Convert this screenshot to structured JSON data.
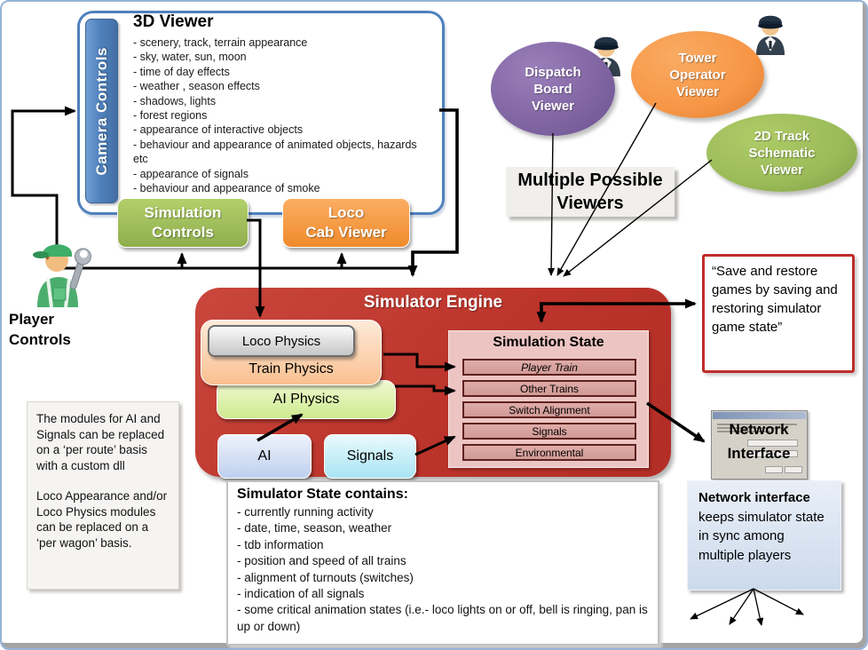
{
  "viewer3d": {
    "title": "3D Viewer",
    "camera_controls_label": "Camera Controls",
    "features": [
      "- scenery, track, terrain appearance",
      "- sky, water, sun, moon",
      "- time of day effects",
      "- weather , season effects",
      "- shadows, lights",
      "- forest regions",
      "- appearance of interactive objects",
      "- behaviour  and appearance of animated objects, hazards etc",
      "- appearance of signals",
      "- behaviour  and appearance of smoke"
    ]
  },
  "controls": {
    "simulation_controls": "Simulation Controls",
    "loco_cab_viewer": {
      "lines": [
        "Loco",
        "Cab Viewer"
      ]
    }
  },
  "player": {
    "label_lines": [
      "Player",
      "Controls"
    ]
  },
  "viewers": {
    "dispatch": {
      "lines": [
        "Dispatch",
        "Board",
        "Viewer"
      ]
    },
    "tower": {
      "lines": [
        "Tower",
        "Operator",
        "Viewer"
      ]
    },
    "track2d": {
      "lines": [
        "2D Track",
        "Schematic",
        "Viewer"
      ]
    },
    "multiple_label": "Multiple Possible Viewers"
  },
  "engine": {
    "title": "Simulator Engine",
    "loco_physics": "Loco Physics",
    "train_physics": "Train Physics",
    "ai_physics": "AI Physics",
    "ai": "AI",
    "signals": "Signals",
    "simulation_state": {
      "title": "Simulation State",
      "rows": [
        "Player Train",
        "Other Trains",
        "Switch Alignment",
        "Signals",
        "Environmental"
      ]
    }
  },
  "notes": {
    "save_restore": "“Save and restore games by saving and restoring simulator game state”",
    "modules_p1": "The modules for AI and Signals can be replaced on a ‘per route’ basis with a custom dll",
    "modules_p2": "Loco Appearance and/or Loco Physics modules can be replaced on a ‘per wagon’ basis.",
    "network_interface": {
      "lines": [
        "Network",
        "Interface"
      ]
    },
    "network_sync": {
      "bold": "Network interface",
      "rest": " keeps simulator state in sync among multiple players"
    }
  },
  "state_contains": {
    "title": "Simulator State contains:",
    "items": [
      "- currently running activity",
      "- date, time, season, weather",
      "- tdb information",
      "- position and speed of all trains",
      "- alignment of turnouts (switches)",
      "- indication of all signals",
      "- some critical animation states (i.e.- loco lights on or off,  bell is ringing, pan is up or down)"
    ]
  }
}
